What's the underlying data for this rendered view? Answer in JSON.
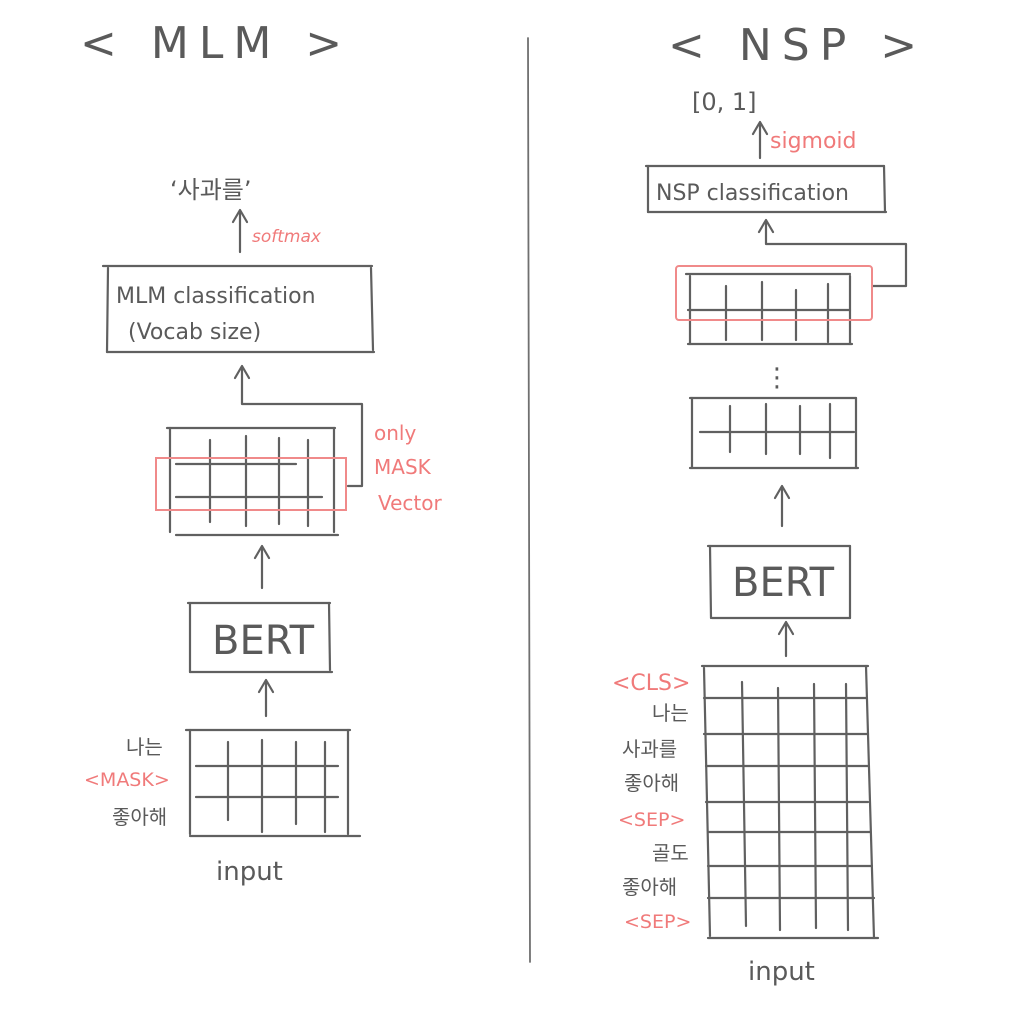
{
  "mlm": {
    "title": "< MLM >",
    "output_token": "‘사과를’",
    "activation": "softmax",
    "classifier_line1": "MLM classification",
    "classifier_line2": "(Vocab size)",
    "note_line1": "only",
    "note_line2": "MASK",
    "note_line3": "Vector",
    "model": "BERT",
    "tokens": [
      "나는",
      "<MASK>",
      "좋아해"
    ],
    "input_label": "input"
  },
  "nsp": {
    "title": "< NSP >",
    "output_range": "[0, 1]",
    "activation": "sigmoid",
    "classifier": "NSP classification",
    "dots": "⋮",
    "model": "BERT",
    "tokens": [
      "<CLS>",
      "나는",
      "사과를",
      "좋아해",
      "<SEP>",
      "골도",
      "좋아해",
      "<SEP>"
    ],
    "input_label": "input"
  },
  "colors": {
    "ink": "#606060",
    "highlight": "#f08a8a"
  }
}
